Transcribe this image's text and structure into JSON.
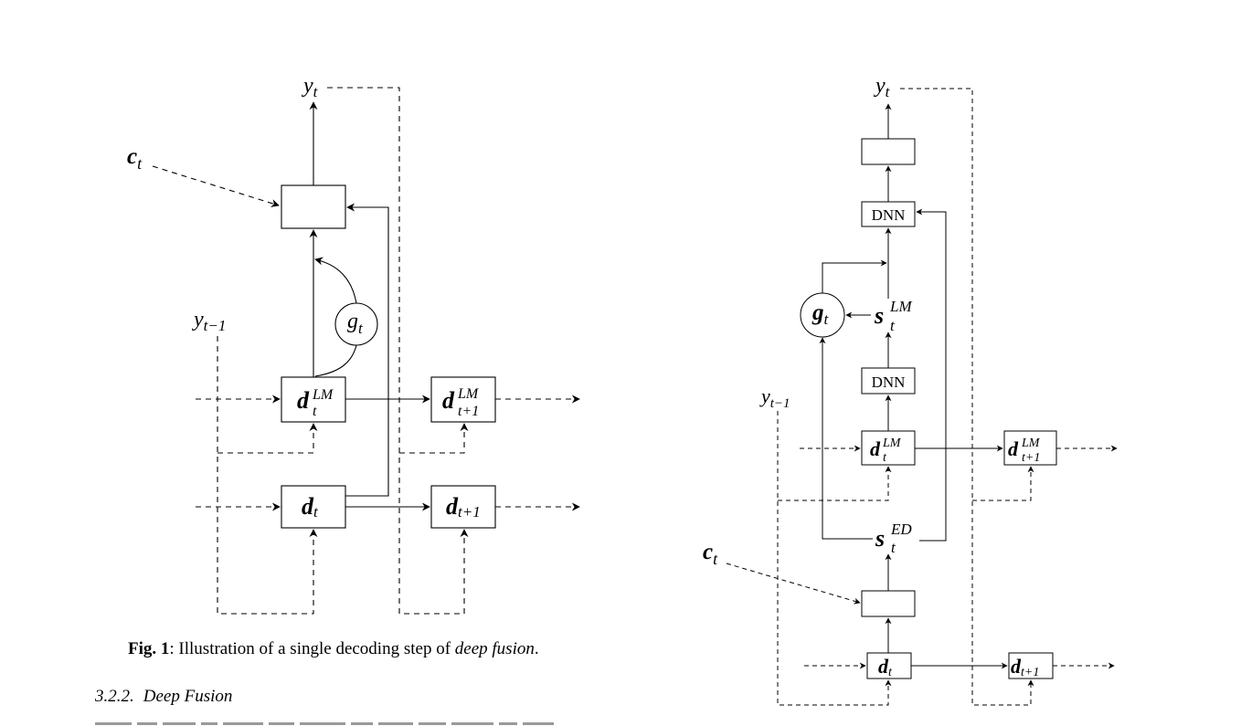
{
  "figure_left": {
    "labels": {
      "y_t": {
        "base": "y",
        "sub": "t"
      },
      "c_t": {
        "base": "c",
        "sub": "t"
      },
      "y_tm1": {
        "base": "y",
        "sub": "t−1"
      },
      "g_t": {
        "base": "g",
        "sub": "t"
      },
      "d_lm_t": {
        "base": "d",
        "sub": "t",
        "sup": "LM"
      },
      "d_lm_t1": {
        "base": "d",
        "sub": "t+1",
        "sup": "LM"
      },
      "d_t": {
        "base": "d",
        "sub": "t"
      },
      "d_t1": {
        "base": "d",
        "sub": "t+1"
      }
    }
  },
  "figure_right": {
    "labels": {
      "y_t": {
        "base": "y",
        "sub": "t"
      },
      "dnn_top": "DNN",
      "dnn_mid": "DNN",
      "g_t": {
        "base": "g",
        "sub": "t"
      },
      "s_lm_t": {
        "base": "s",
        "sub": "t",
        "sup": "LM"
      },
      "y_tm1": {
        "base": "y",
        "sub": "t−1"
      },
      "d_lm_t": {
        "base": "d",
        "sub": "t",
        "sup": "LM"
      },
      "d_lm_t1": {
        "base": "d",
        "sub": "t+1",
        "sup": "LM"
      },
      "s_ed_t": {
        "base": "s",
        "sub": "t",
        "sup": "ED"
      },
      "c_t": {
        "base": "c",
        "sub": "t"
      },
      "d_t": {
        "base": "d",
        "sub": "t"
      },
      "d_t1": {
        "base": "d",
        "sub": "t+1"
      }
    }
  },
  "caption": {
    "label": "Fig. 1",
    "text_before": ": Illustration of a single decoding step of ",
    "emphasis": "deep fusion",
    "text_after": "."
  },
  "section": {
    "number": "3.2.2.",
    "title": "Deep Fusion"
  }
}
